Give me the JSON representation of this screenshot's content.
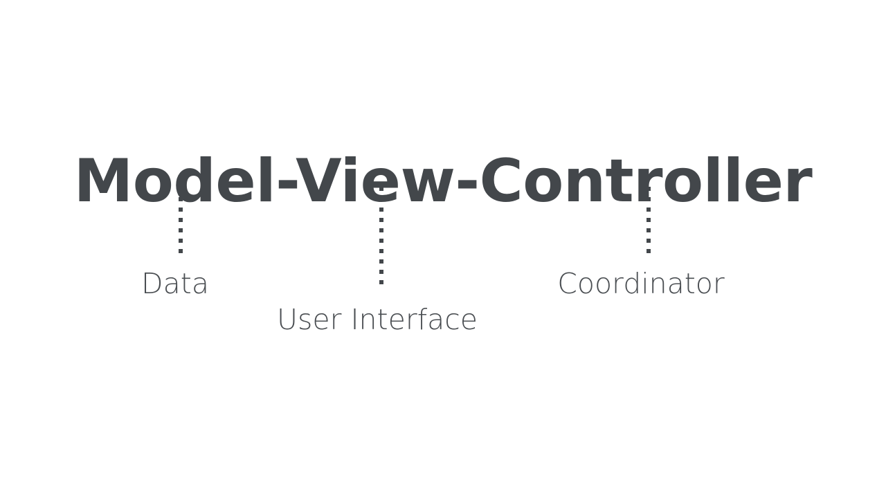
{
  "slide": {
    "background_color": "#ffffff",
    "text_color": "#43474b",
    "label_color": "#4a4e52",
    "title": "Model-View-Controller"
  },
  "annotations": [
    {
      "term": "Model",
      "label": "Data",
      "connector": "dotted-vertical-line",
      "connector_color": "#43474b"
    },
    {
      "term": "View",
      "label": "User Interface",
      "connector": "dotted-vertical-line",
      "connector_color": "#43474b"
    },
    {
      "term": "Controller",
      "label": "Coordinator",
      "connector": "dotted-vertical-line",
      "connector_color": "#43474b"
    }
  ]
}
